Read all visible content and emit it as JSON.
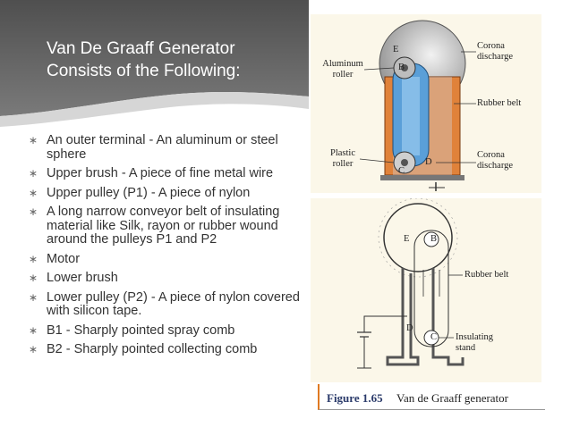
{
  "slide": {
    "title_line1": "Van De Graaff Generator",
    "title_line2": "Consists of the Following:",
    "bullet_glyph": "∗",
    "bullets": [
      "An outer terminal -  An aluminum or steel sphere",
      "Upper brush -  A piece of fine metal wire",
      "Upper pulley (P1) - A piece of nylon",
      "A long narrow conveyor belt of insulating material like Silk, rayon or rubber wound around the pulleys P1 and P2",
      "Motor",
      "Lower brush",
      "Lower pulley (P2) - A piece of nylon covered with silicon tape.",
      "B1 - Sharply pointed spray comb",
      "B2 - Sharply pointed collecting comb"
    ]
  },
  "figure_top": {
    "aluminum_roller": "Aluminum roller",
    "corona_discharge_top": "Corona discharge",
    "rubber_belt": "Rubber belt",
    "plastic_roller": "Plastic roller",
    "corona_discharge_bottom": "Corona discharge",
    "letter_e": "E",
    "letter_b": "B",
    "letter_c": "C",
    "letter_d": "D"
  },
  "figure_bottom": {
    "rubber_belt": "Rubber belt",
    "insulating_stand": "Insulating stand",
    "letter_e": "E",
    "letter_b": "B",
    "letter_d": "D",
    "letter_c": "C"
  },
  "caption": {
    "number": "Figure 1.65",
    "text": "Van de Graaff generator"
  },
  "colors": {
    "header_dark": "#5a5a5a",
    "header_light": "#d9d9d9",
    "figure_bg": "#fbf7e9",
    "column_orange": "#e0823a",
    "belt_blue": "#5a9fd8",
    "caption_accent": "#e07a22"
  }
}
